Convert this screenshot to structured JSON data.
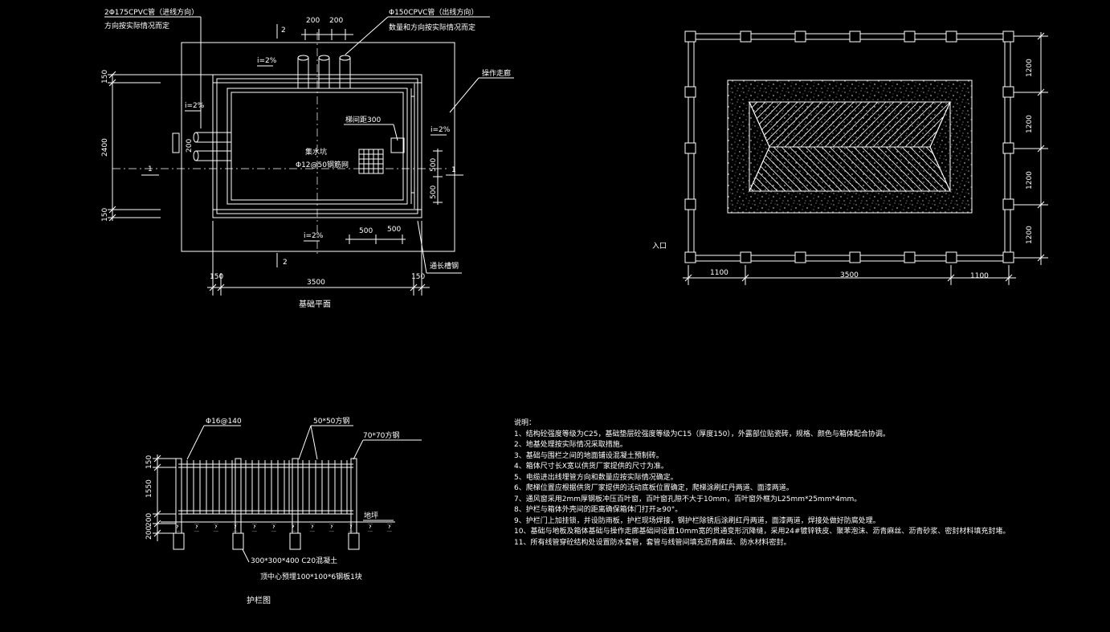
{
  "colors": {
    "background": "#000000",
    "lines": "#ffffff",
    "hatch": "#ffffff"
  },
  "plan": {
    "title": "基础平面",
    "pipe_in_label1": "2Φ175CPVC管（进线方向）",
    "pipe_in_label2": "方向按实际情况而定",
    "pipe_out_label1": "Φ150CPVC管（出线方向）",
    "pipe_out_label2": "数量和方向按实际情况而定",
    "corridor_label": "操作走廊",
    "ladder_label": "梯间距300",
    "sump_label": "集水坑",
    "grate_label": "Φ12@50钢筋网",
    "channel_label": "通长槽钢",
    "slope_top": "i=2%",
    "slope_left": "i=2%",
    "slope_right": "i=2%",
    "slope_bottom": "i=2%",
    "dim_200a": "200",
    "dim_200b": "200",
    "dim_2400": "2400",
    "dim_150_top": "150",
    "dim_150_bottom": "150",
    "dim_500_v1": "500",
    "dim_500_v2": "500",
    "dim_500_h1": "500",
    "dim_500_h2": "500",
    "dim_3500": "3500",
    "dim_150_left": "150",
    "dim_150_right": "150",
    "dim_200_pipe": "200",
    "section_2_top": "2",
    "section_2_bottom": "2",
    "section_1_left": "1",
    "section_1_right": "1"
  },
  "fence_plan": {
    "entrance_label": "入口",
    "dim_1200_a": "1200",
    "dim_1200_b": "1200",
    "dim_1200_c": "1200",
    "dim_1200_d": "1200",
    "dim_1100_left": "1100",
    "dim_3500": "3500",
    "dim_1100_right": "1100"
  },
  "railing": {
    "title": "护栏图",
    "bar_label": "Φ16@140",
    "square_50": "50*50方钢",
    "square_70": "70*70方钢",
    "ground_label": "地坪",
    "footing_label": "300*300*400  C20混凝土",
    "plate_label": "顶中心预埋100*100*6钢板1块",
    "dim_150": "150",
    "dim_1550": "1550",
    "dim_200a": "200",
    "dim_200b": "200"
  },
  "notes": {
    "heading": "说明：",
    "items": [
      "1、结构砼强度等级为C25，基础垫层砼强度等级为C15（厚度150），外露部位贴瓷砖，规格、颜色与箱体配合协调。",
      "2、地基处理按实际情况采取措施。",
      "3、基础与围栏之间的地面铺设混凝土预制砖。",
      "4、箱体尺寸长X宽以供货厂家提供的尺寸为准。",
      "5、电缆进出线埋管方向和数量应按实际情况确定。",
      "6、爬梯位置应根据供货厂家提供的活动底板位置确定，爬梯涂刷红丹两道、面漆两道。",
      "7、通风窗采用2mm厚钢板冲压百叶窗，百叶窗孔隙不大于10mm，百叶窗外框为L25mm*25mm*4mm。",
      "8、护栏与箱体外壳间的距离确保箱体门打开≥90°。",
      "9、护栏门上加挂锁，并设防雨板，护栏现场焊接，钢护栏除锈后涂刷红丹两道，面漆两道，焊接处做好防腐处理。",
      "10、基础与地板及箱体基础与操作走廊基础间设置10mm宽的贯通变形沉降缝，采用24#镀锌铁皮、聚苯泡沫、沥青麻丝、沥青砂浆、密封材料填充封堵。",
      "11、所有线管穿砼结构处设置防水套管，套管与线管间填充沥青麻丝、防水材料密封。"
    ]
  }
}
